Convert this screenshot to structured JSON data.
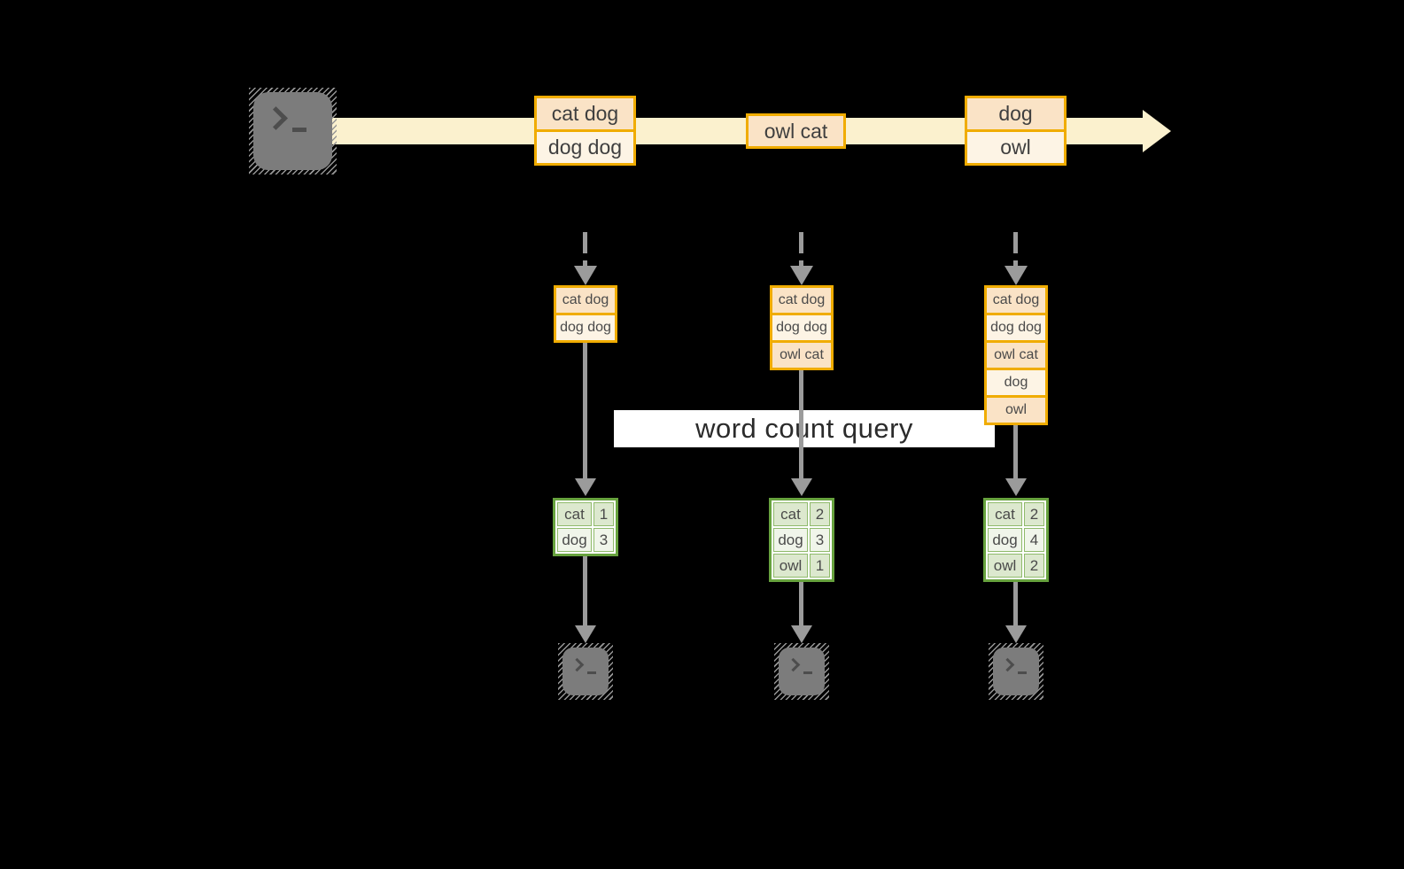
{
  "stream": {
    "events": [
      {
        "lines": [
          "cat dog",
          "dog dog"
        ]
      },
      {
        "lines": [
          "owl cat"
        ]
      },
      {
        "lines": [
          "dog",
          "owl"
        ]
      }
    ]
  },
  "query": {
    "label": "word count query"
  },
  "columns": [
    {
      "buffer": [
        "cat dog",
        "dog dog"
      ],
      "counts": [
        {
          "word": "cat",
          "count": "1"
        },
        {
          "word": "dog",
          "count": "3"
        }
      ]
    },
    {
      "buffer": [
        "cat dog",
        "dog dog",
        "owl cat"
      ],
      "counts": [
        {
          "word": "cat",
          "count": "2"
        },
        {
          "word": "dog",
          "count": "3"
        },
        {
          "word": "owl",
          "count": "1"
        }
      ]
    },
    {
      "buffer": [
        "cat dog",
        "dog dog",
        "owl cat",
        "dog",
        "owl"
      ],
      "counts": [
        {
          "word": "cat",
          "count": "2"
        },
        {
          "word": "dog",
          "count": "4"
        },
        {
          "word": "owl",
          "count": "2"
        }
      ]
    }
  ],
  "icons": {
    "source": "terminal-icon",
    "sinks": [
      "terminal-icon",
      "terminal-icon",
      "terminal-icon"
    ]
  },
  "colors": {
    "background": "#000000",
    "stream_arrow": "#FBF1CE",
    "event_border": "#F0AC00",
    "event_fill_a": "#FAE3C6",
    "event_fill_b": "#FDF4E5",
    "table_border": "#67A23E",
    "table_fill_a": "#DCE8CE",
    "table_fill_b": "#F0F5EA",
    "connector": "#9B9B9B",
    "terminal_fill": "#7C7C7C",
    "query_bg": "#FFFFFF",
    "text": "#3F3F3F"
  }
}
